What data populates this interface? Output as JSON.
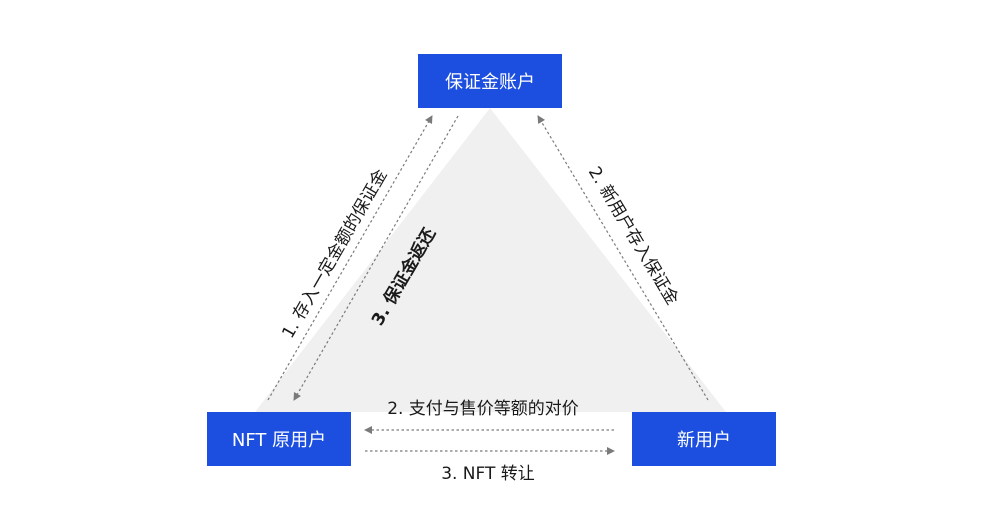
{
  "nodes": {
    "deposit_account": "保证金账户",
    "original_user": "NFT 原用户",
    "new_user": "新用户"
  },
  "edges": {
    "step1_deposit": "1. 存入一定金额的保证金",
    "step3_refund": "3. 保证金返还",
    "step2_new_user_deposit": "2. 新用户存入保证金",
    "step2_pay": "2. 支付与售价等额的对价",
    "step3_transfer": "3. NFT 转让"
  },
  "colors": {
    "node_fill": "#1c4fe0",
    "triangle_fill": "#f0f0f0",
    "arrow": "#7a7a7a"
  }
}
